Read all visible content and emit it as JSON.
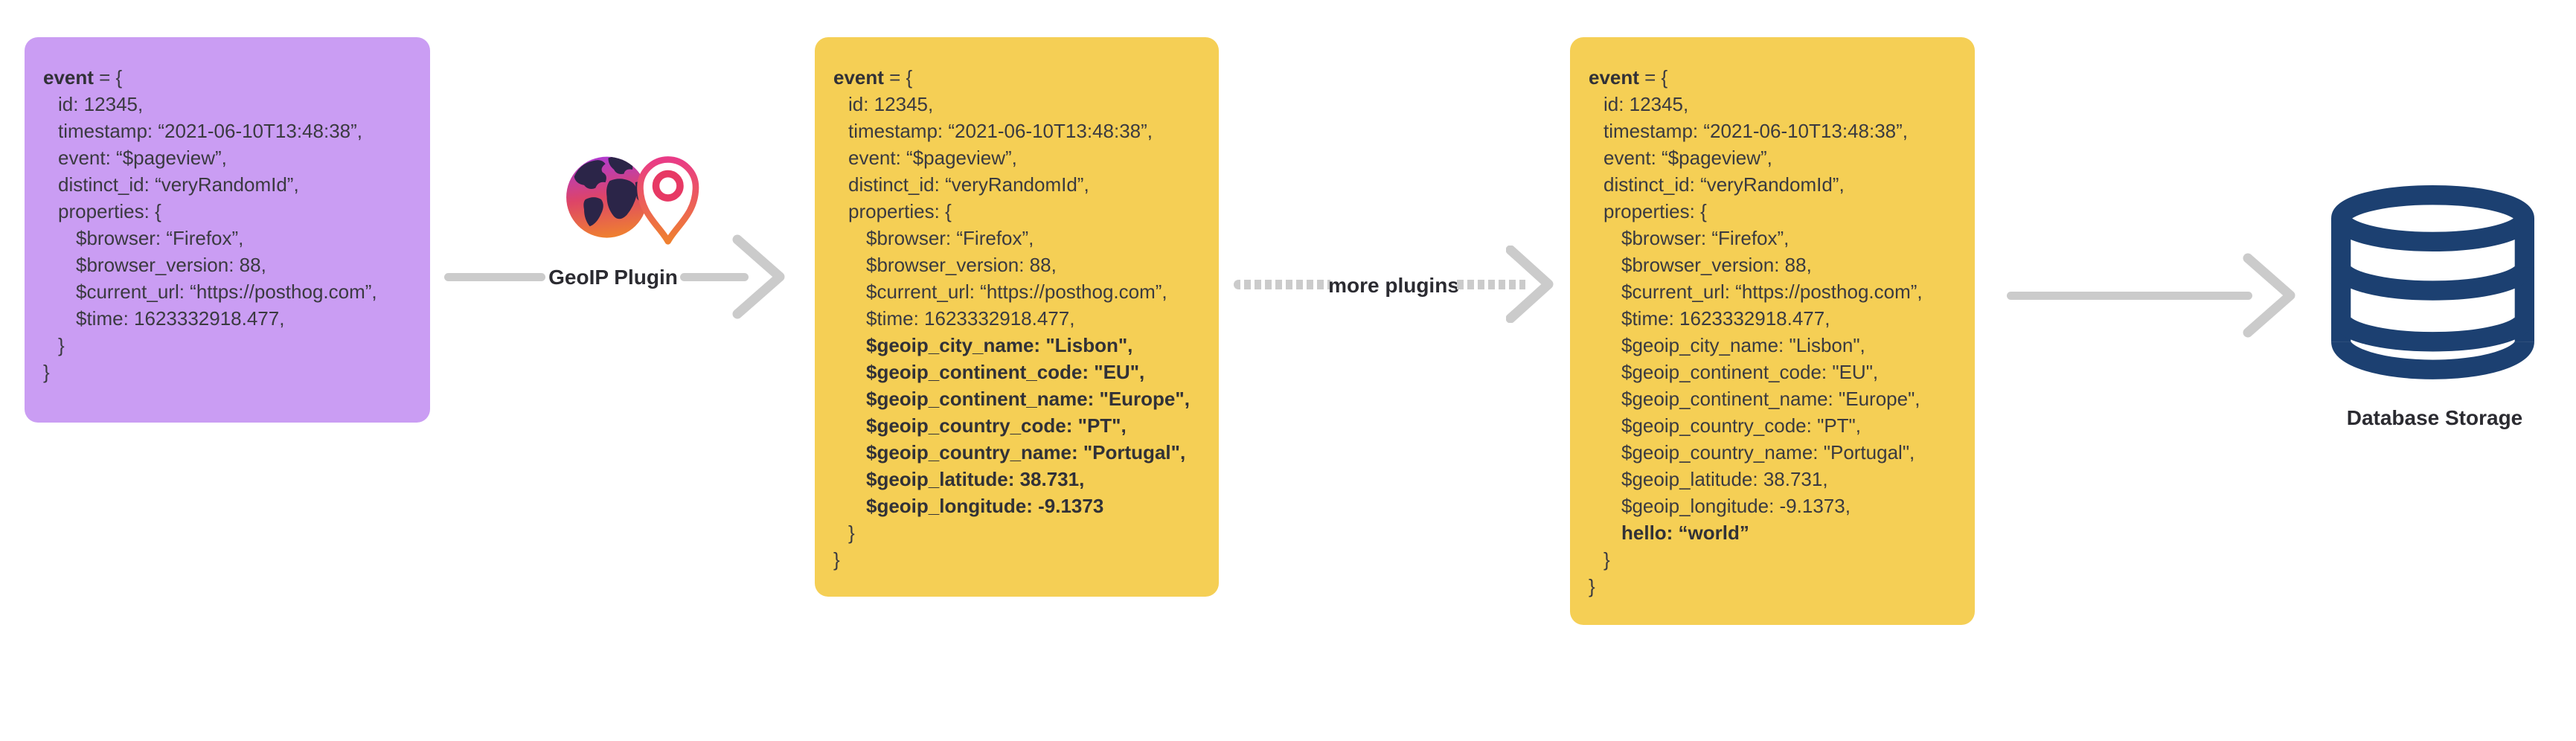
{
  "diagram_title": "event enrichment pipeline",
  "labels": {
    "geoip_plugin": "GeoIP Plugin",
    "more_plugins": "more plugins",
    "database_storage": "Database Storage"
  },
  "icons": {
    "geoip": "globe-with-location-pin-icon",
    "database": "database-cylinder-icon",
    "arrows": [
      "solid-right-arrow",
      "dashed-right-arrow",
      "solid-right-arrow"
    ]
  },
  "colors": {
    "purple_box": "#CA9DF3",
    "yellow_box": "#F5CF55",
    "arrow_gray": "#CBCBCB",
    "code_text": "#3A3A40",
    "label_text": "#2B2B31",
    "database_navy": "#1C4071",
    "continent_navy": "#2B2548",
    "globe_gradient": [
      "#AF3AD2",
      "#DD4468",
      "#EF8030"
    ],
    "pin_gradient": [
      "#E93B86",
      "#EF8030"
    ]
  },
  "boxes": {
    "raw": {
      "lines": [
        {
          "i": 0,
          "parts": [
            {
              "t": "event",
              "b": true
            },
            {
              "t": " = {"
            }
          ]
        },
        {
          "i": 1,
          "t": "id: 12345,"
        },
        {
          "i": 1,
          "t": "timestamp: “2021-06-10T13:48:38”,"
        },
        {
          "i": 1,
          "t": "event: “$pageview”,"
        },
        {
          "i": 1,
          "t": "distinct_id: “veryRandomId”,"
        },
        {
          "i": 1,
          "t": "properties: {"
        },
        {
          "i": 2,
          "t": "$browser: “Firefox”,"
        },
        {
          "i": 2,
          "t": "$browser_version: 88,"
        },
        {
          "i": 2,
          "t": "$current_url: “https://posthog.com”,"
        },
        {
          "i": 2,
          "t": "$time: 1623332918.477,"
        },
        {
          "i": 1,
          "t": "}"
        },
        {
          "i": 0,
          "t": "}"
        }
      ]
    },
    "after_geoip": {
      "lines": [
        {
          "i": 0,
          "parts": [
            {
              "t": "event",
              "b": true
            },
            {
              "t": " = {"
            }
          ]
        },
        {
          "i": 1,
          "t": "id: 12345,"
        },
        {
          "i": 1,
          "t": "timestamp: “2021-06-10T13:48:38”,"
        },
        {
          "i": 1,
          "t": "event: “$pageview”,"
        },
        {
          "i": 1,
          "t": "distinct_id: “veryRandomId”,"
        },
        {
          "i": 1,
          "t": "properties: {"
        },
        {
          "i": 2,
          "t": "$browser: “Firefox”,"
        },
        {
          "i": 2,
          "t": "$browser_version: 88,"
        },
        {
          "i": 2,
          "t": "$current_url: “https://posthog.com”,"
        },
        {
          "i": 2,
          "t": "$time: 1623332918.477,"
        },
        {
          "i": 2,
          "t": "$geoip_city_name: \"Lisbon\",",
          "b": true
        },
        {
          "i": 2,
          "t": "$geoip_continent_code: \"EU\",",
          "b": true
        },
        {
          "i": 2,
          "t": "$geoip_continent_name: \"Europe\",",
          "b": true
        },
        {
          "i": 2,
          "t": "$geoip_country_code: \"PT\",",
          "b": true
        },
        {
          "i": 2,
          "t": "$geoip_country_name: \"Portugal\",",
          "b": true
        },
        {
          "i": 2,
          "t": "$geoip_latitude: 38.731,",
          "b": true
        },
        {
          "i": 2,
          "t": "$geoip_longitude: -9.1373",
          "b": true
        },
        {
          "i": 1,
          "t": "}"
        },
        {
          "i": 0,
          "t": "}"
        }
      ]
    },
    "after_more_plugins": {
      "lines": [
        {
          "i": 0,
          "parts": [
            {
              "t": "event",
              "b": true
            },
            {
              "t": " = {"
            }
          ]
        },
        {
          "i": 1,
          "t": "id: 12345,"
        },
        {
          "i": 1,
          "t": "timestamp: “2021-06-10T13:48:38”,"
        },
        {
          "i": 1,
          "t": "event: “$pageview”,"
        },
        {
          "i": 1,
          "t": "distinct_id: “veryRandomId”,"
        },
        {
          "i": 1,
          "t": "properties: {"
        },
        {
          "i": 2,
          "t": "$browser: “Firefox”,"
        },
        {
          "i": 2,
          "t": "$browser_version: 88,"
        },
        {
          "i": 2,
          "t": "$current_url: “https://posthog.com”,"
        },
        {
          "i": 2,
          "t": "$time: 1623332918.477,"
        },
        {
          "i": 2,
          "t": "$geoip_city_name: \"Lisbon\","
        },
        {
          "i": 2,
          "t": "$geoip_continent_code: \"EU\","
        },
        {
          "i": 2,
          "t": "$geoip_continent_name: \"Europe\","
        },
        {
          "i": 2,
          "t": "$geoip_country_code: \"PT\","
        },
        {
          "i": 2,
          "t": "$geoip_country_name: \"Portugal\","
        },
        {
          "i": 2,
          "t": "$geoip_latitude: 38.731,"
        },
        {
          "i": 2,
          "t": "$geoip_longitude: -9.1373,"
        },
        {
          "i": 2,
          "t": "hello: “world”",
          "b": true
        },
        {
          "i": 1,
          "t": "}"
        },
        {
          "i": 0,
          "t": "}"
        }
      ]
    }
  }
}
